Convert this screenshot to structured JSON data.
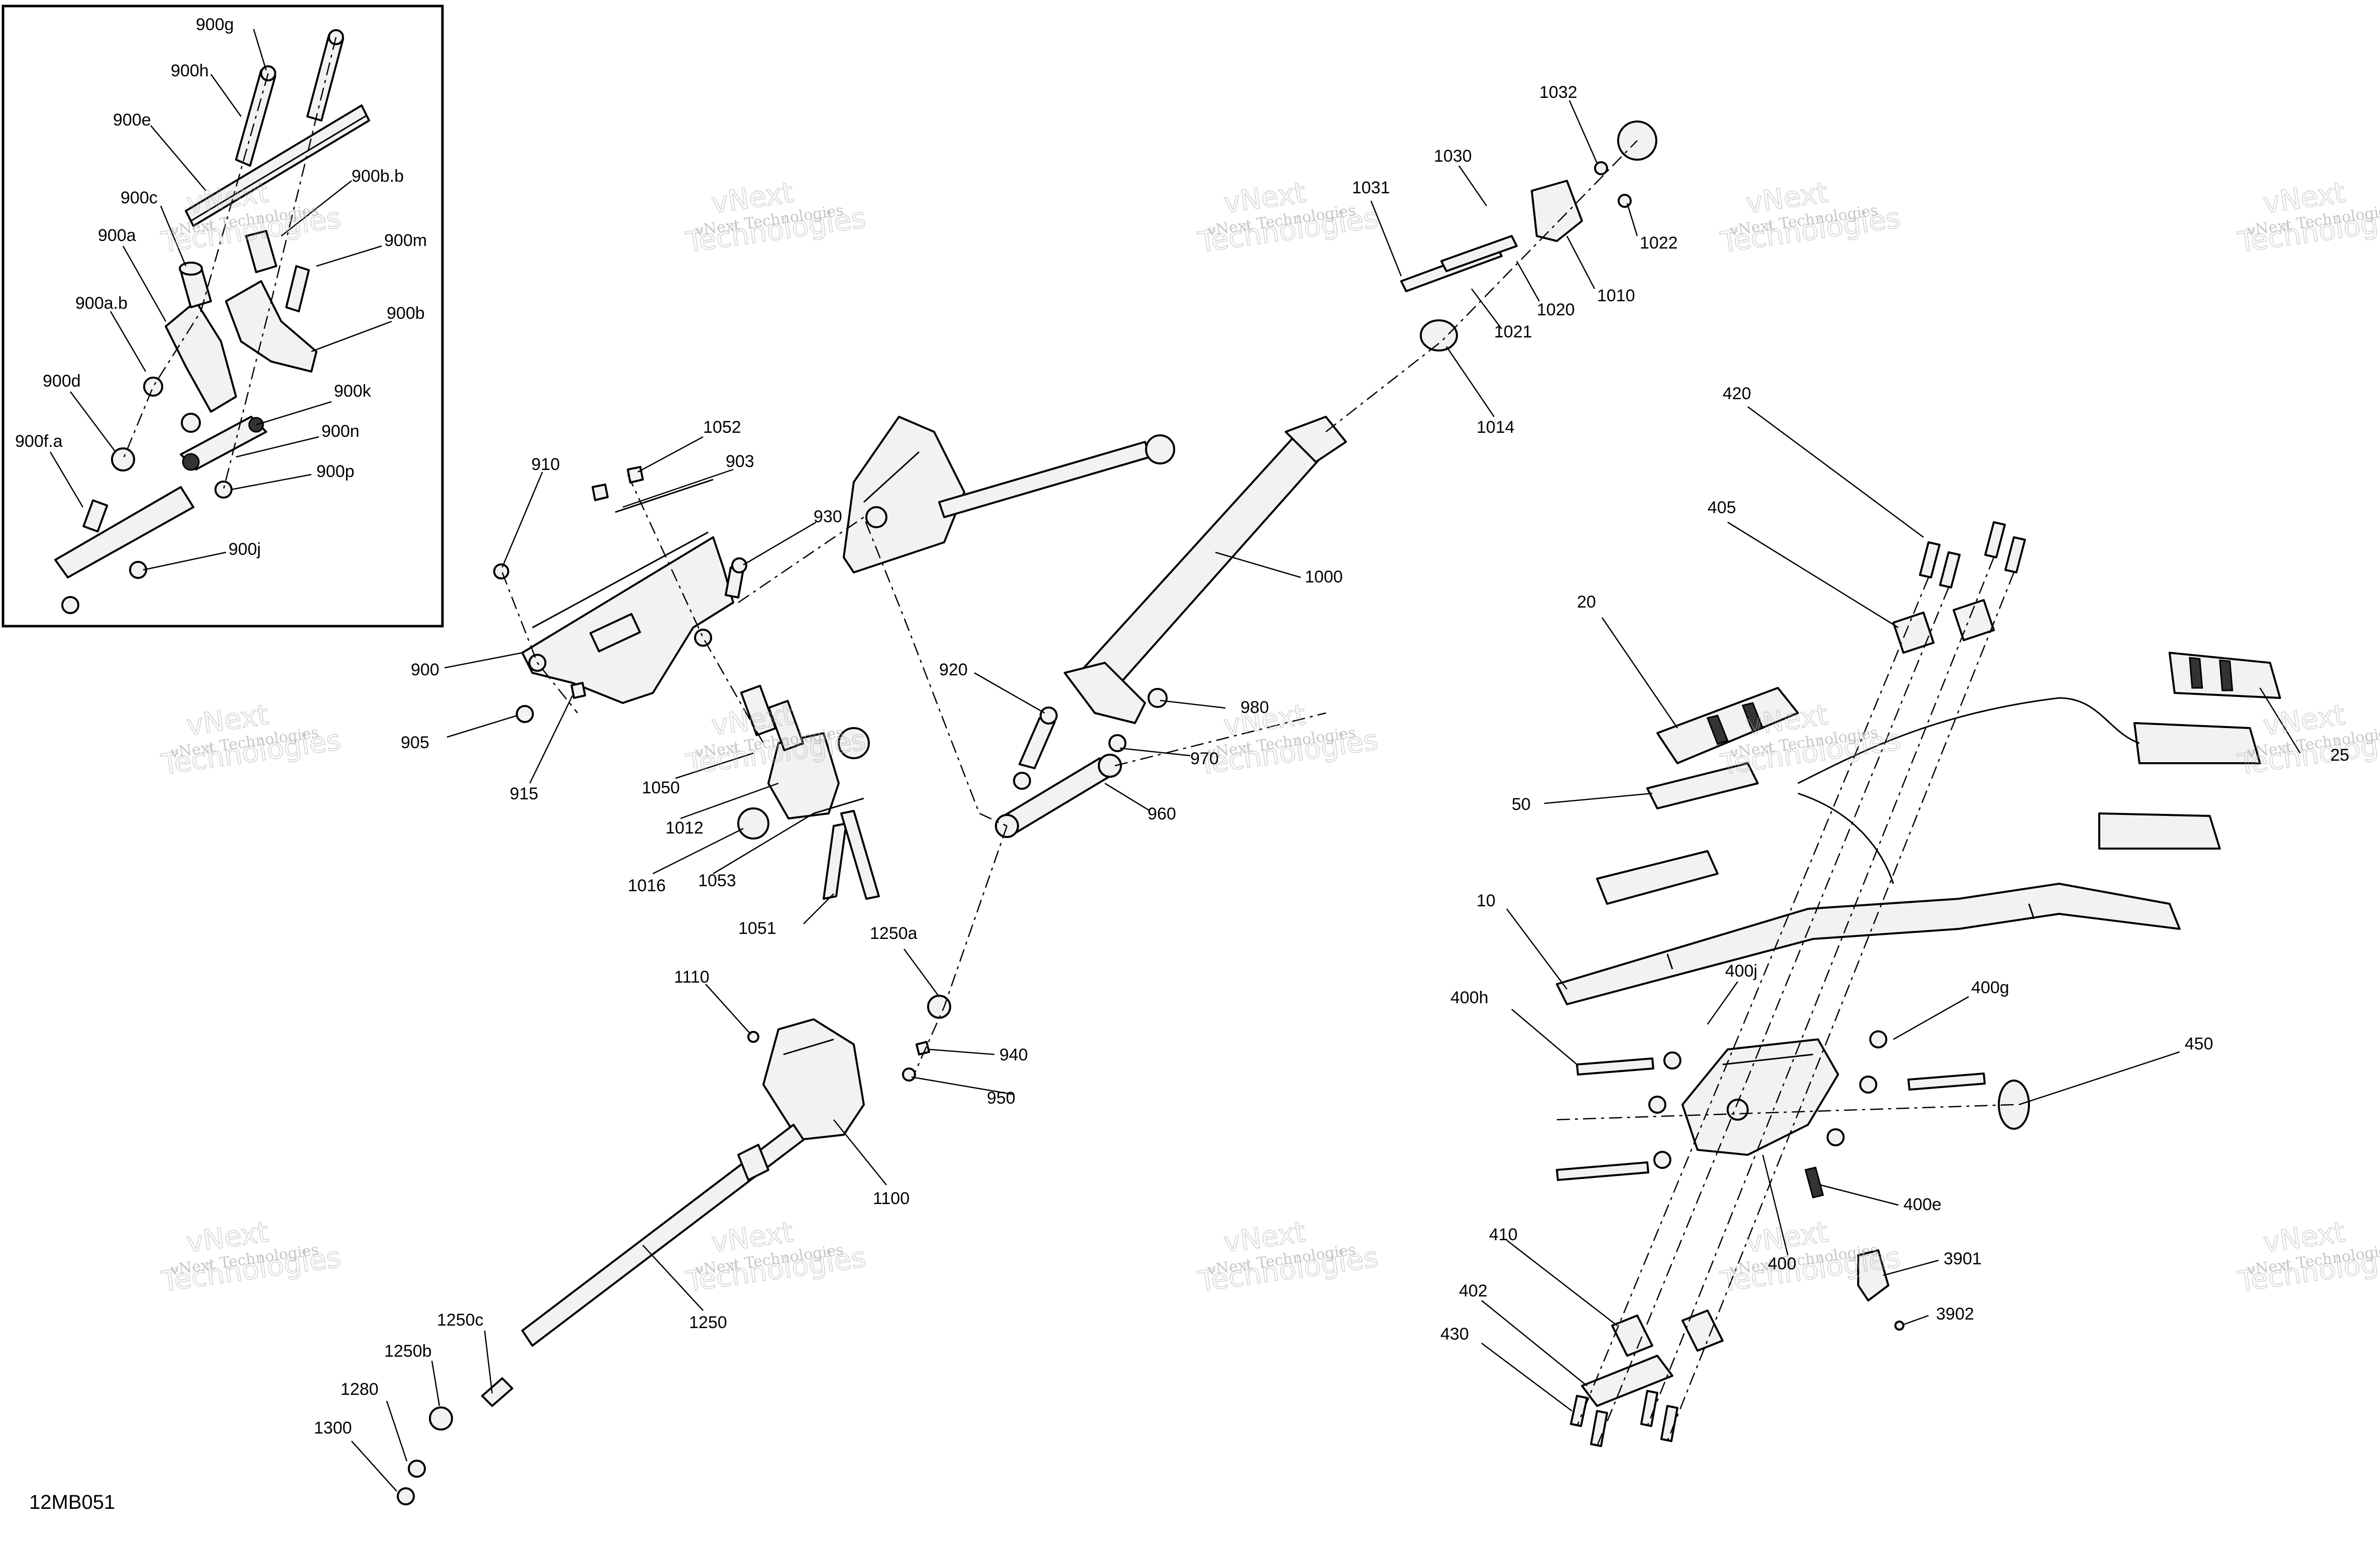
{
  "diagram_code": "12MB051",
  "watermark": {
    "line_small": "vNext Technologies",
    "line_top": "vNext",
    "line_bottom": "Technologies"
  },
  "inset_labels": [
    "900g",
    "900h",
    "900e",
    "900c",
    "900b.b",
    "900m",
    "900a",
    "900a.b",
    "900b",
    "900d",
    "900k",
    "900n",
    "900f.a",
    "900p",
    "900j"
  ],
  "main_labels": [
    "1032",
    "1030",
    "1031",
    "1022",
    "1010",
    "1020",
    "1021",
    "1014",
    "910",
    "1052",
    "903",
    "930",
    "1000",
    "900",
    "905",
    "915",
    "1050",
    "1012",
    "1016",
    "1053",
    "1051",
    "920",
    "980",
    "970",
    "960",
    "1250a",
    "1110",
    "940",
    "950",
    "1100",
    "1250",
    "1250c",
    "1250b",
    "1280",
    "1300",
    "420",
    "405",
    "20",
    "25",
    "50",
    "10",
    "400j",
    "400h",
    "400g",
    "450",
    "400e",
    "400",
    "3901",
    "3902",
    "410",
    "402",
    "430"
  ],
  "colors": {
    "line": "#000000",
    "part_fill": "#f2f2f2",
    "background": "#ffffff",
    "watermark": "#9a9a9a"
  }
}
